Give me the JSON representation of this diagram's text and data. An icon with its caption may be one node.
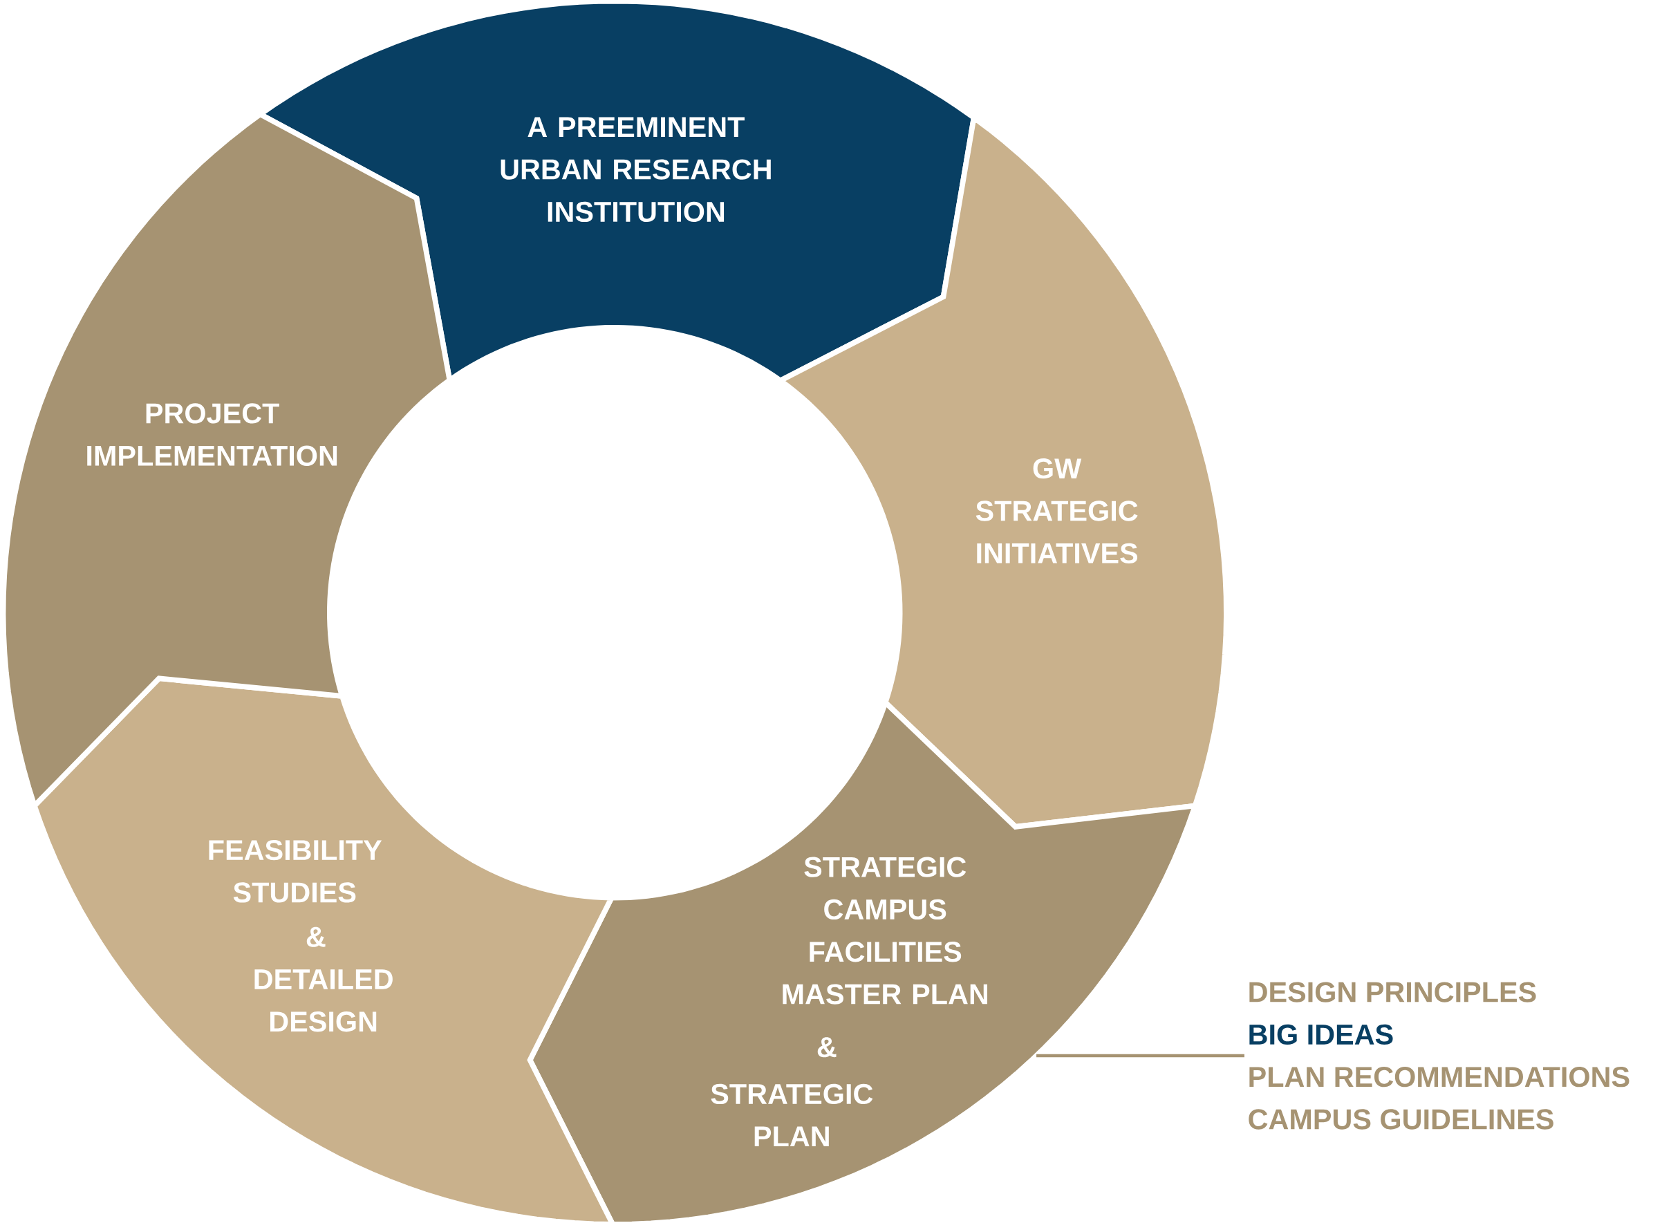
{
  "diagram": {
    "nodes": [
      {
        "text": [
          "A PREEMINENT URBAN RESEARCH INSTITUTION"
        ]
      },
      {
        "text": [
          "GW STRATEGIC INITIATIVES"
        ]
      },
      {
        "text": [
          "STRATEGIC CAMPUS FACILITIES MASTER PLAN",
          "&",
          "STRATEGIC PLAN"
        ]
      },
      {
        "text": [
          "FEASIBILITY STUDIES",
          "&",
          "DETAILED DESIGN"
        ]
      },
      {
        "text": [
          "PROJECT IMPLEMENTATION"
        ]
      },
      {
        "text": [
          "DESIGN PRINCIPLES",
          "BIG IDEAS",
          "PLAN RECOMMENDATIONS",
          "CAMPUS GUIDELINES"
        ]
      }
    ],
    "edges": [
      {
        "from": 5,
        "to": 2,
        "arrow": "none"
      }
    ]
  }
}
